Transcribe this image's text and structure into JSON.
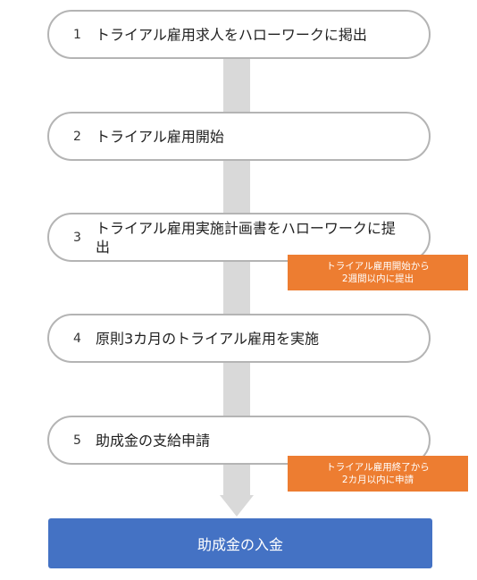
{
  "steps": [
    {
      "num": "1",
      "label": "トライアル雇用求人をハローワークに掲出"
    },
    {
      "num": "2",
      "label": "トライアル雇用開始"
    },
    {
      "num": "3",
      "label": "トライアル雇用実施計画書をハローワークに提出"
    },
    {
      "num": "4",
      "label": "原則3カ月のトライアル雇用を実施"
    },
    {
      "num": "5",
      "label": "助成金の支給申請"
    }
  ],
  "notes": [
    {
      "line1": "トライアル雇用開始から",
      "line2": "2週間以内に提出"
    },
    {
      "line1": "トライアル雇用終了から",
      "line2": "2カ月以内に申請"
    }
  ],
  "final": {
    "label": "助成金の入金"
  },
  "colors": {
    "note": "#ed7d31",
    "final": "#4472c4",
    "connector": "#d9d9d9"
  }
}
